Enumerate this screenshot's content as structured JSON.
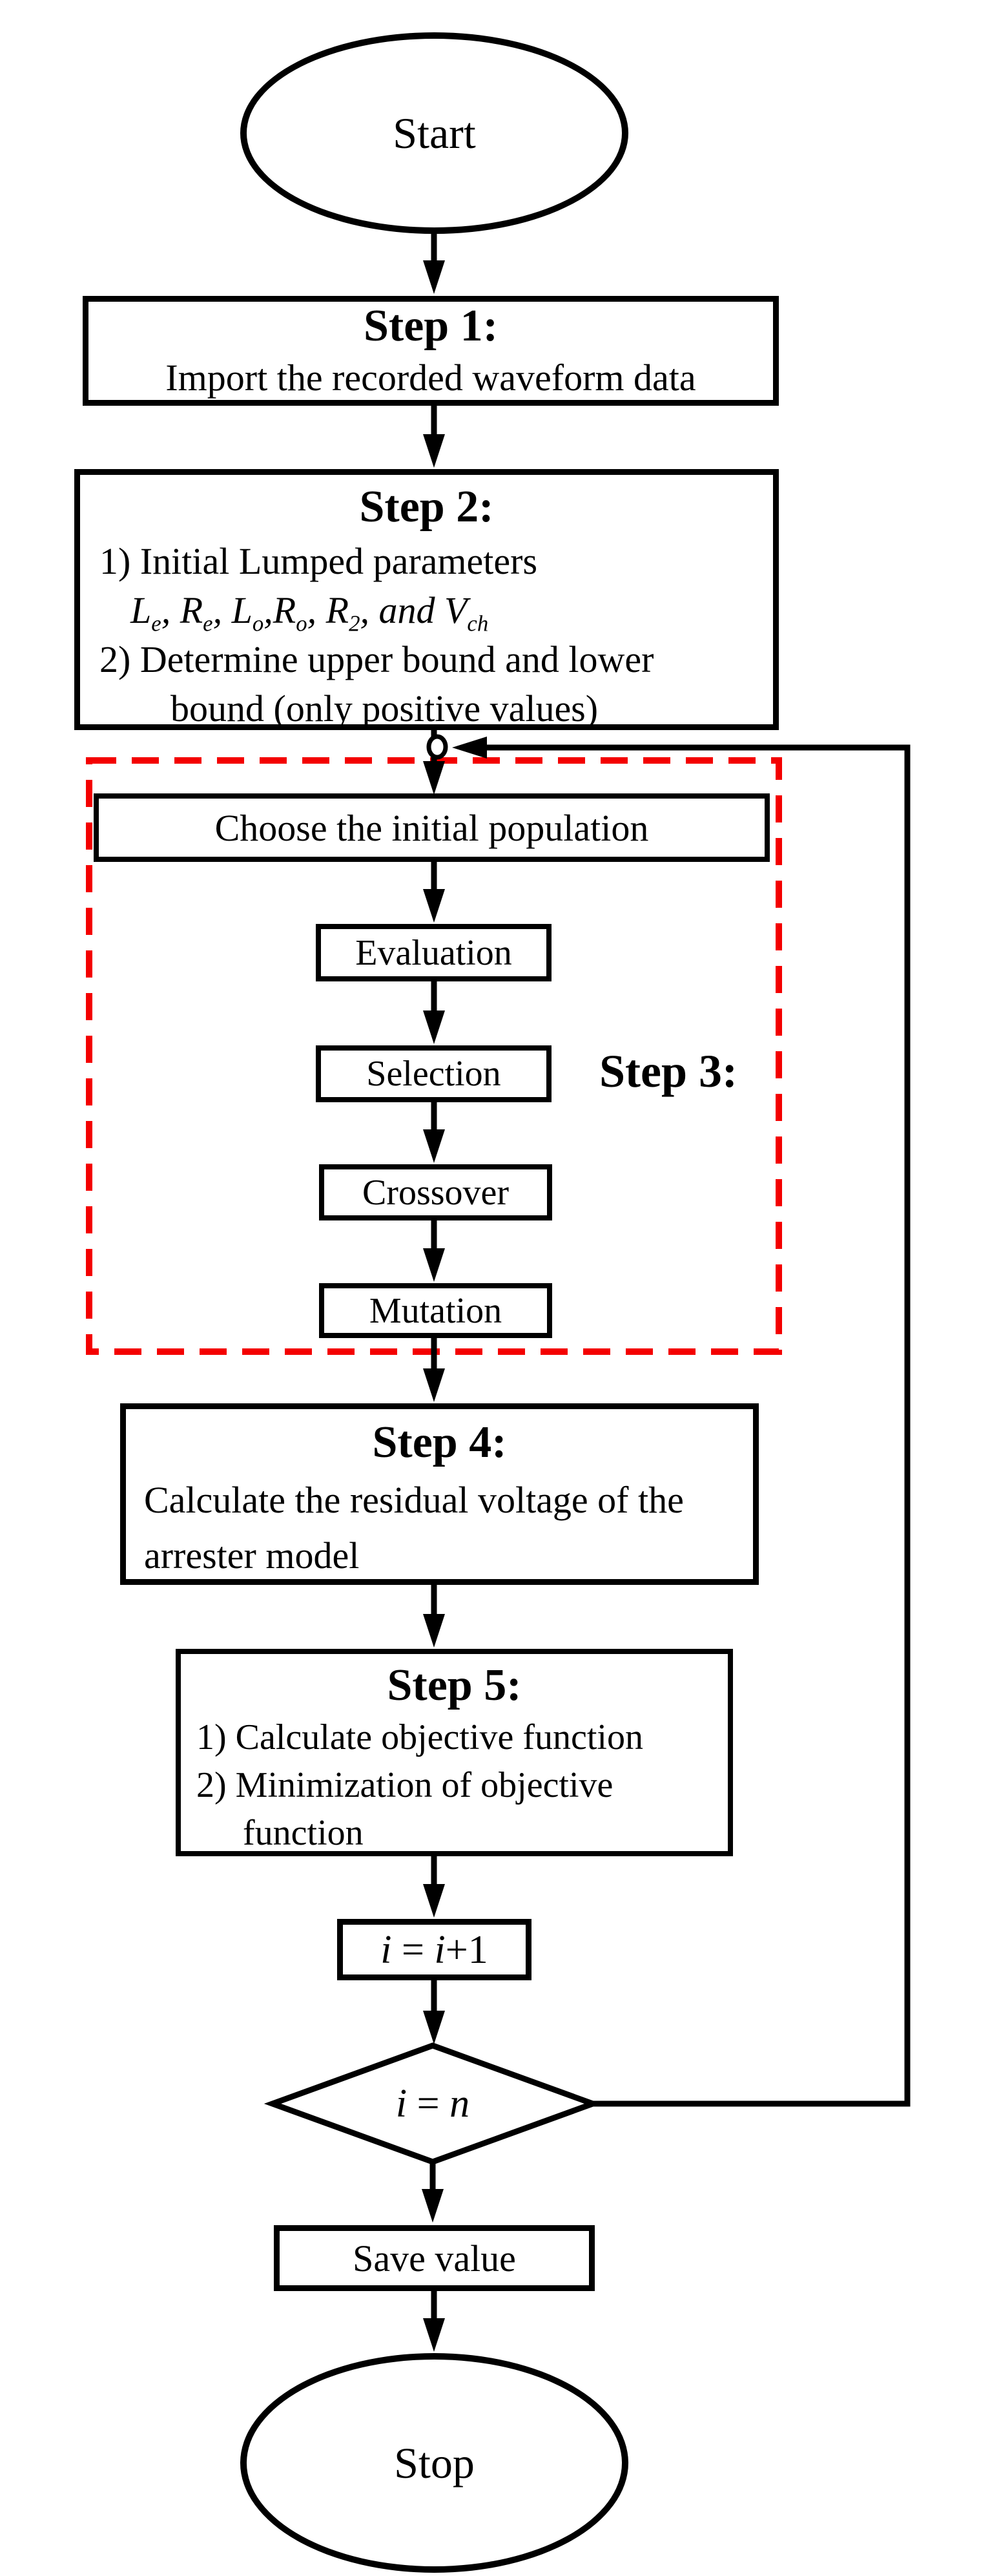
{
  "flowchart": {
    "start_label": "Start",
    "stop_label": "Stop",
    "step1": {
      "title": "Step 1:",
      "line1": "Import the recorded waveform data"
    },
    "step2": {
      "title": "Step 2:",
      "item1": "1) Initial Lumped parameters",
      "params": {
        "p1b": "L",
        "p1s": "e",
        "p1x": ", ",
        "p2b": "R",
        "p2s": "e",
        "p2x": ", ",
        "p3b": "L",
        "p3s": "o",
        "p3x": ",",
        "p4b": "R",
        "p4s": "o",
        "p4x": ", ",
        "p5b": "R",
        "p5s": "2",
        "p5x": ", ",
        "andw": "and ",
        "p6b": "V",
        "p6s": "ch"
      },
      "item2": "2) Determine upper bound and lower",
      "item2b": "bound (only positive values)"
    },
    "step3_label": "Step 3:",
    "choose_label": "Choose the initial population",
    "evaluation_label": "Evaluation",
    "selection_label": "Selection",
    "crossover_label": "Crossover",
    "mutation_label": "Mutation",
    "step4": {
      "title": "Step 4:",
      "line1": "Calculate the residual voltage of the",
      "line2": "arrester model"
    },
    "step5": {
      "title": "Step 5:",
      "item1": "1) Calculate objective function",
      "item2": "2) Minimization of objective",
      "item2b": "function"
    },
    "counter": {
      "i1": "i",
      "eq": " = ",
      "i2": "i",
      "plus": "+1"
    },
    "decision": {
      "i": "i",
      "eq": " = ",
      "n": "n"
    },
    "save_label": "Save value"
  },
  "colors": {
    "line": "#000000",
    "dashed_box": "#f40000",
    "background": "#ffffff"
  }
}
